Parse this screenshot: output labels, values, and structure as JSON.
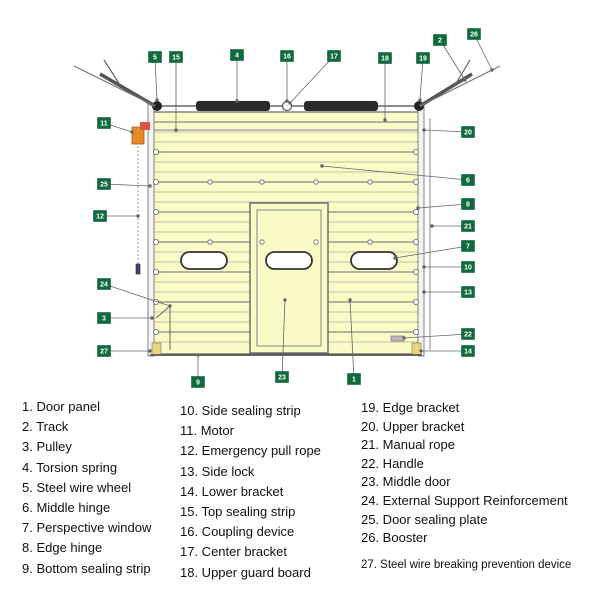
{
  "colors": {
    "panel_fill": "#fbfbc8",
    "tag_green": "#0e6b3a",
    "line": "#555555",
    "motor": "#e98a2a"
  },
  "tags": {
    "t1": "1",
    "t2": "2",
    "t3": "3",
    "t4": "4",
    "t5": "5",
    "t6": "6",
    "t7": "7",
    "t8": "8",
    "t9": "9",
    "t10": "10",
    "t11": "11",
    "t12": "12",
    "t13": "13",
    "t14": "14",
    "t15": "15",
    "t16": "16",
    "t17": "17",
    "t18": "18",
    "t19": "19",
    "t20": "20",
    "t21": "21",
    "t22": "22",
    "t23": "23",
    "t24": "24",
    "t25": "25",
    "t26": "26",
    "t27": "27"
  },
  "legend": {
    "col1": [
      "1. Door panel",
      "2. Track",
      "3. Pulley",
      "4. Torsion spring",
      "5. Steel wire wheel",
      "6. Middle hinge",
      "7. Perspective window",
      "8. Edge hinge",
      "9. Bottom sealing strip"
    ],
    "col2": [
      "10. Side sealing strip",
      "11. Motor",
      "12. Emergency pull rope",
      "13. Side lock",
      "14. Lower bracket",
      "15. Top sealing strip",
      "16. Coupling device",
      "17. Center bracket",
      "18. Upper guard board"
    ],
    "col3": [
      "19. Edge bracket",
      "20. Upper bracket",
      "21. Manual rope",
      "22. Handle",
      "23. Middle door",
      "24. External Support Reinforcement",
      "25. Door sealing plate",
      "26. Booster"
    ],
    "col3_last": "27. Steel wire breaking prevention device"
  }
}
